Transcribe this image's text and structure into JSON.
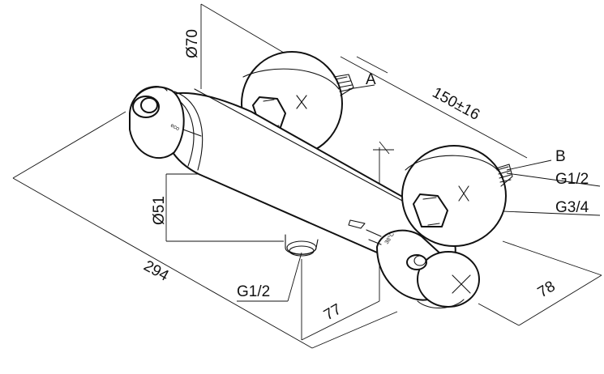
{
  "labels": {
    "diameter_top": "Ø70",
    "diameter_body": "Ø51",
    "length_overall": "294",
    "spacing": "150±16",
    "depth": "78",
    "center_offset": "77",
    "conn_a": "A",
    "conn_b": "B",
    "thread_outlet": "G1/2",
    "thread_right_1": "G1/2",
    "thread_right_2": "G3/4",
    "eco_mark": "eco",
    "temp_mark": "38°C"
  },
  "colors": {
    "line": "#111111",
    "background": "#ffffff"
  }
}
